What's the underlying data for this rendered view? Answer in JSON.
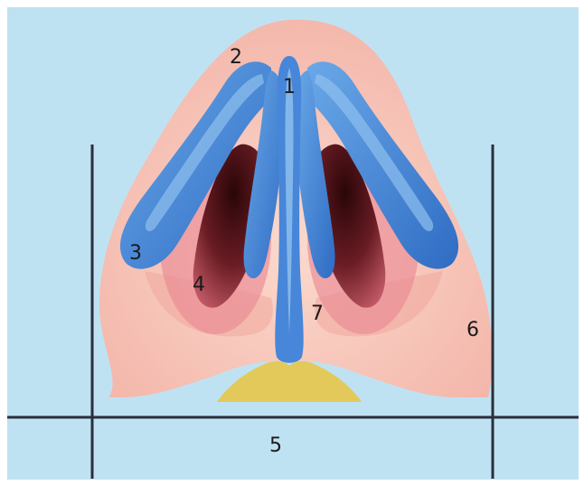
{
  "colors": {
    "background": "#bfe2f3",
    "skin": "#f6c4b7",
    "skin_shadow": "#e8978f",
    "cartilage": "#3f7ed4",
    "cartilage_light": "#8fc0ee",
    "nostril": "#3a0d10",
    "fat": "#e3c95a",
    "lines": "#2a2f3a"
  },
  "labels": [
    {
      "id": "1",
      "text": "1"
    },
    {
      "id": "2",
      "text": "2"
    },
    {
      "id": "3",
      "text": "3"
    },
    {
      "id": "4",
      "text": "4"
    },
    {
      "id": "5",
      "text": "5"
    },
    {
      "id": "6",
      "text": "6"
    },
    {
      "id": "7",
      "text": "7"
    }
  ]
}
